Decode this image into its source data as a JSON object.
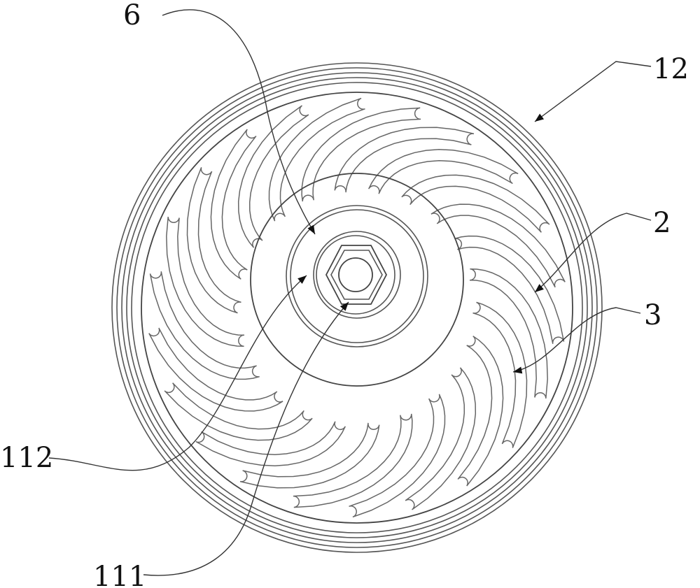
{
  "figure": {
    "labels": {
      "part_6": "6",
      "part_12": "12",
      "part_2": "2",
      "part_3": "3",
      "part_112": "112",
      "part_111": "111"
    },
    "slot_count": 22,
    "colors": {
      "line": "#555555",
      "text": "#111111",
      "background": "#ffffff"
    }
  }
}
